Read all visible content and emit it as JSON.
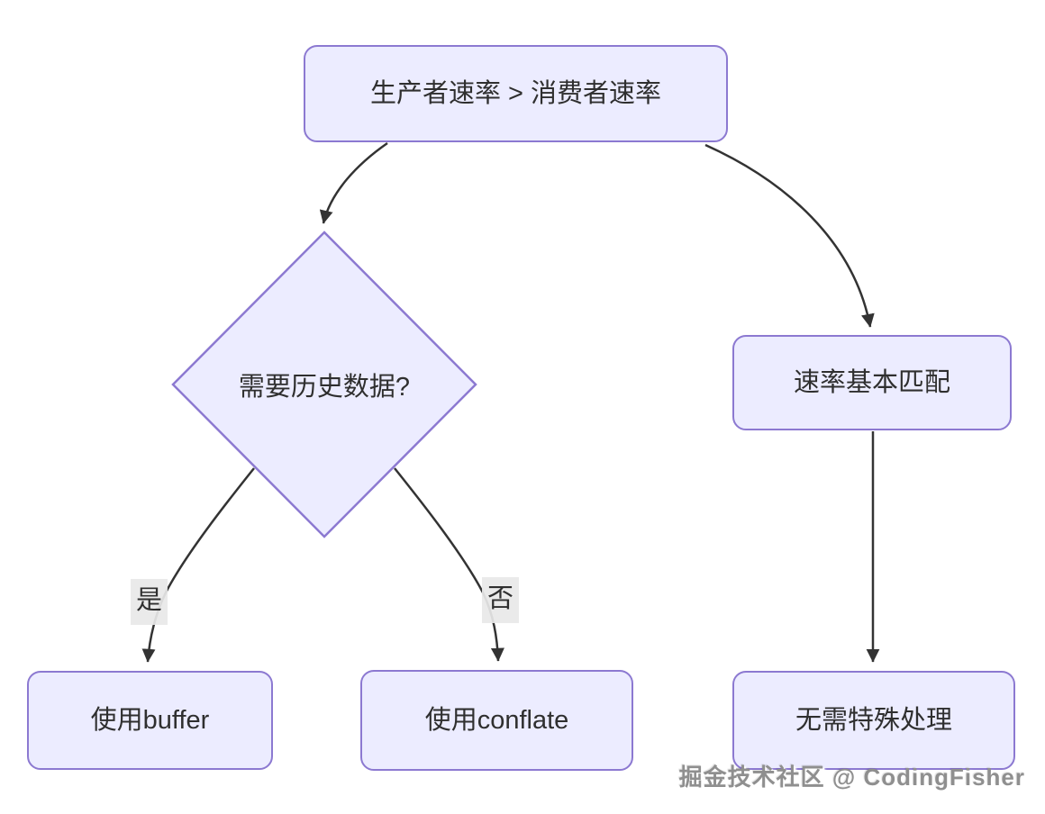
{
  "diagram": {
    "type": "flowchart",
    "nodes": {
      "root": {
        "label": "生产者速率 > 消费者速率",
        "shape": "rounded-rect"
      },
      "decision": {
        "label": "需要历史数据?",
        "shape": "diamond"
      },
      "matched": {
        "label": "速率基本匹配",
        "shape": "rounded-rect"
      },
      "buffer": {
        "label": "使用buffer",
        "shape": "rounded-rect"
      },
      "conflate": {
        "label": "使用conflate",
        "shape": "rounded-rect"
      },
      "nohandle": {
        "label": "无需特殊处理",
        "shape": "rounded-rect"
      }
    },
    "edges": [
      {
        "from": "root",
        "to": "decision",
        "label": ""
      },
      {
        "from": "root",
        "to": "matched",
        "label": ""
      },
      {
        "from": "decision",
        "to": "buffer",
        "label": "是"
      },
      {
        "from": "decision",
        "to": "conflate",
        "label": "否"
      },
      {
        "from": "matched",
        "to": "nohandle",
        "label": ""
      }
    ],
    "edge_labels": {
      "yes": "是",
      "no": "否"
    },
    "colors": {
      "node_fill": "#ECECFF",
      "node_border": "#8C79D1",
      "edge_stroke": "#333333",
      "text": "#2f2f2f",
      "edge_label_bg": "#e8e8e8",
      "background": "#ffffff"
    },
    "watermark": "掘金技术社区 @ CodingFisher"
  }
}
